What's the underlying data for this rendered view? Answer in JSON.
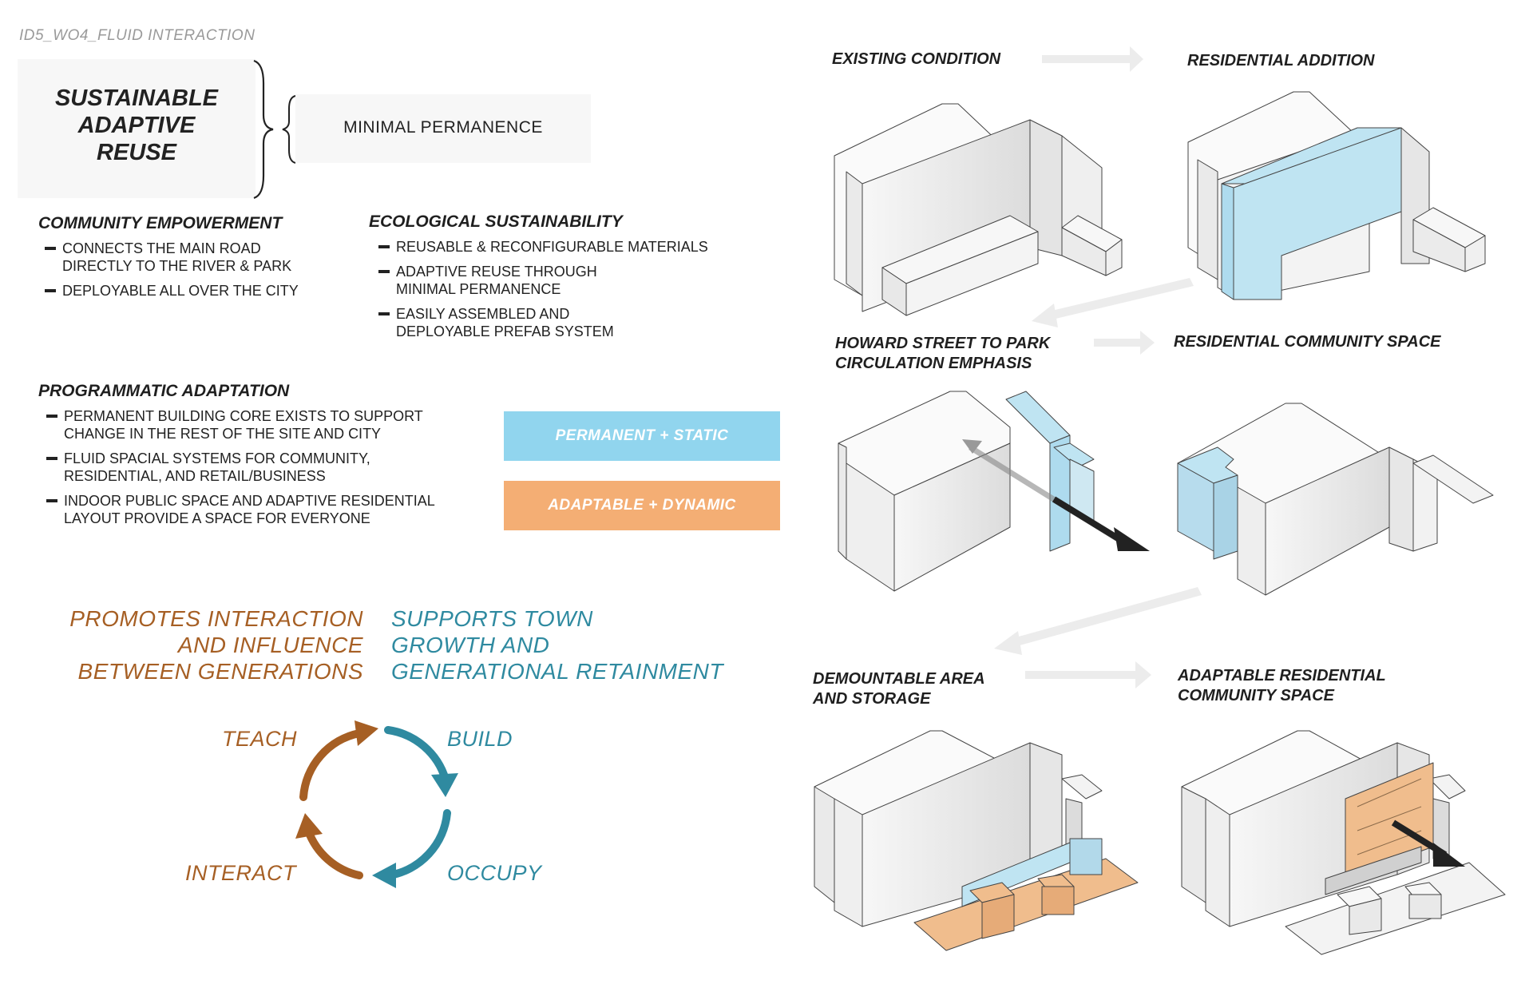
{
  "header": {
    "id_label": "ID5_WO4_FLUID INTERACTION"
  },
  "concept": {
    "main_title_lines": [
      "SUSTAINABLE",
      "ADAPTIVE",
      "REUSE"
    ],
    "sub_concept": "MINIMAL PERMANENCE"
  },
  "sections": {
    "community": {
      "title": "COMMUNITY EMPOWERMENT",
      "bullets": [
        [
          "CONNECTS THE MAIN ROAD",
          "DIRECTLY TO THE RIVER & PARK"
        ],
        [
          "DEPLOYABLE ALL OVER THE CITY"
        ]
      ]
    },
    "ecological": {
      "title": "ECOLOGICAL SUSTAINABILITY",
      "bullets": [
        [
          "REUSABLE & RECONFIGURABLE MATERIALS"
        ],
        [
          "ADAPTIVE REUSE THROUGH",
          "MINIMAL PERMANENCE"
        ],
        [
          "EASILY ASSEMBLED AND",
          "DEPLOYABLE PREFAB SYSTEM"
        ]
      ]
    },
    "programmatic": {
      "title": "PROGRAMMATIC ADAPTATION",
      "bullets": [
        [
          "PERMANENT BUILDING CORE EXISTS TO SUPPORT",
          "CHANGE IN THE REST OF THE SITE AND CITY"
        ],
        [
          "FLUID SPACIAL SYSTEMS FOR COMMUNITY,",
          "RESIDENTIAL, AND RETAIL/BUSINESS"
        ],
        [
          "INDOOR PUBLIC SPACE AND ADAPTIVE RESIDENTIAL",
          "LAYOUT PROVIDE A SPACE FOR EVERYONE"
        ]
      ]
    }
  },
  "legend": [
    {
      "label": "PERMANENT + STATIC",
      "color": "#91d5ee"
    },
    {
      "label": "ADAPTABLE + DYNAMIC",
      "color": "#f4ae74"
    }
  ],
  "goals": {
    "left": {
      "lines": [
        "PROMOTES INTERACTION",
        "AND INFLUENCE",
        "BETWEEN GENERATIONS"
      ],
      "color": "#a65f24"
    },
    "right": {
      "lines": [
        "SUPPORTS TOWN",
        "GROWTH AND",
        "GENERATIONAL RETAINMENT"
      ],
      "color": "#2f8aa0"
    }
  },
  "cycle": {
    "teach": "TEACH",
    "build": "BUILD",
    "occupy": "OCCUPY",
    "interact": "INTERACT"
  },
  "steps": [
    {
      "title_lines": [
        "EXISTING CONDITION"
      ]
    },
    {
      "title_lines": [
        "RESIDENTIAL ADDITION"
      ]
    },
    {
      "title_lines": [
        "HOWARD STREET TO PARK",
        "CIRCULATION EMPHASIS"
      ]
    },
    {
      "title_lines": [
        "RESIDENTIAL COMMUNITY SPACE"
      ]
    },
    {
      "title_lines": [
        "DEMOUNTABLE AREA",
        "AND STORAGE"
      ]
    },
    {
      "title_lines": [
        "ADAPTABLE RESIDENTIAL",
        "COMMUNITY SPACE"
      ]
    }
  ],
  "colors": {
    "permanent": "#bfe4f2",
    "adaptable": "#f0bd8d",
    "orange_brand": "#a65f24",
    "teal_brand": "#2f8aa0"
  }
}
